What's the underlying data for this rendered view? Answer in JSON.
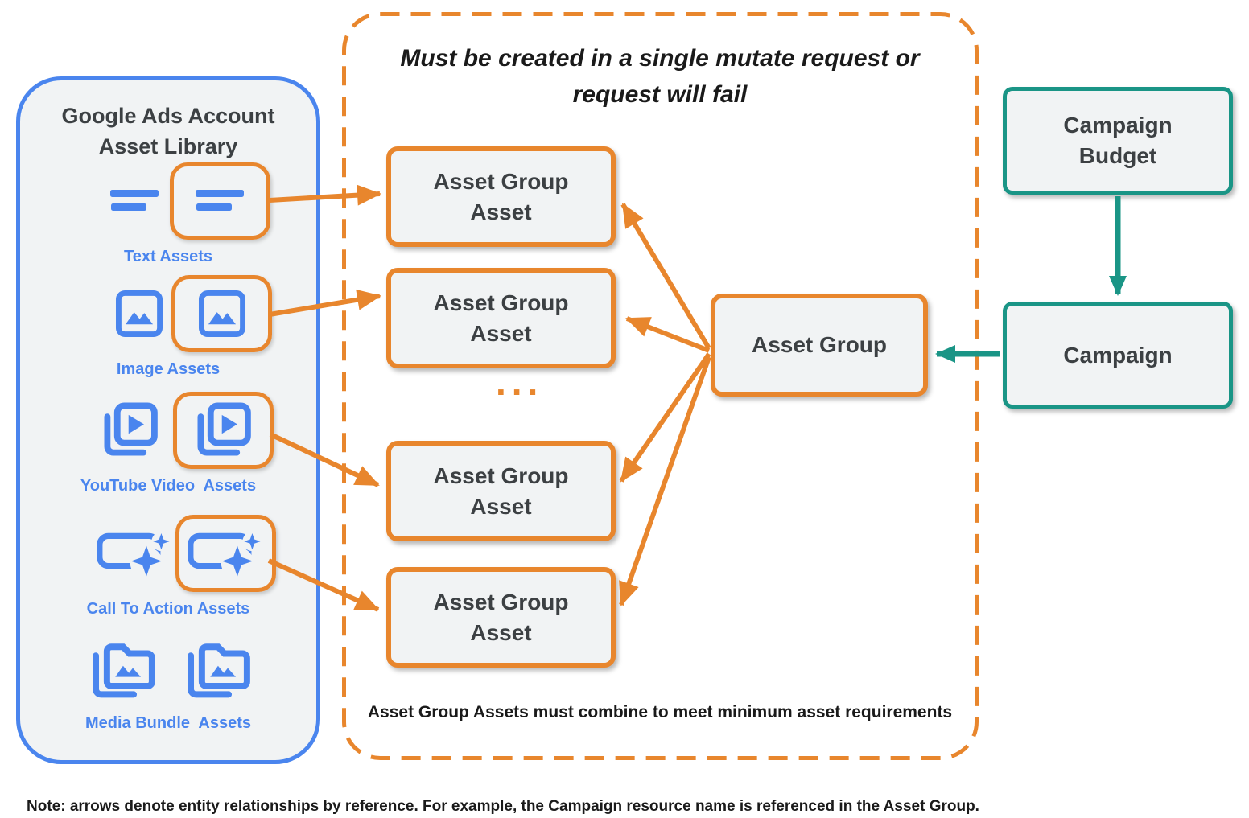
{
  "colors": {
    "blue": "#4A85EE",
    "orange": "#E8862D",
    "teal": "#1A9586",
    "panelFill": "#F1F3F4",
    "darkText": "#3C4043",
    "ink": "#1A1A1A"
  },
  "asset_library": {
    "title": "Google Ads Account Asset Library",
    "sections": [
      {
        "icon": "text-asset-icon",
        "label": "Text Assets"
      },
      {
        "icon": "image-asset-icon",
        "label": "Image Assets"
      },
      {
        "icon": "youtube-video-asset-icon",
        "label": "YouTube Video  Assets"
      },
      {
        "icon": "call-to-action-asset-icon",
        "label": "Call To Action Assets"
      },
      {
        "icon": "media-bundle-asset-icon",
        "label": "Media Bundle  Assets"
      }
    ]
  },
  "mutate_request_group": {
    "title": "Must be created in a single mutate request or request will fail",
    "boxes": [
      "Asset Group Asset",
      "Asset Group Asset",
      "Asset Group Asset",
      "Asset Group Asset"
    ],
    "ellipsis": "...",
    "footer": "Asset Group Assets must combine to meet minimum asset requirements"
  },
  "entities": {
    "asset_group": "Asset Group",
    "campaign_budget": "Campaign Budget",
    "campaign": "Campaign"
  },
  "note": "Note: arrows denote entity relationships by reference. For example, the Campaign resource name is referenced in the Asset Group."
}
